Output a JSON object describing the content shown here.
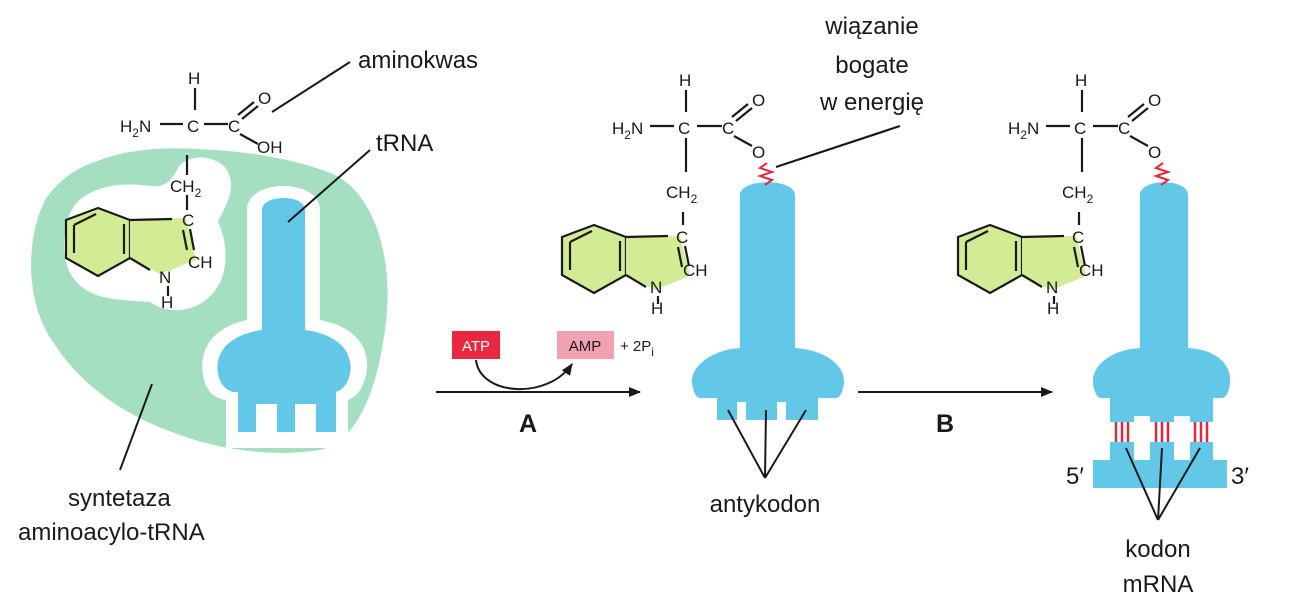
{
  "labels": {
    "aminokwas": "aminokwas",
    "trna": "tRNA",
    "bond_line1": "wiązanie",
    "bond_line2": "bogate",
    "bond_line3": "w energię",
    "synthetase_line1": "syntetaza",
    "synthetase_line2": "aminoacylo-tRNA",
    "anticodon": "antykodon",
    "codon_line1": "kodon",
    "codon_line2": "mRNA",
    "five_prime": "5′",
    "three_prime": "3′"
  },
  "reaction": {
    "atp": "ATP",
    "amp": "AMP",
    "plus_2p": "+ 2P",
    "p_subscript": "i",
    "step_a": "A",
    "step_b": "B"
  },
  "chem": {
    "h": "H",
    "h2n": "H",
    "n_label": "N",
    "c": "C",
    "o": "O",
    "oh": "OH",
    "ch2": "CH",
    "ch": "CH",
    "nh_n": "N",
    "nh_h": "H",
    "sub2": "2"
  },
  "colors": {
    "enzyme": "#a4dfc2",
    "trna": "#63c8e8",
    "ring": "#d3eb94",
    "atp": "#e8283f",
    "amp": "#f2a0b4",
    "bond": "#e0283c",
    "ink": "#1a1a1a"
  }
}
